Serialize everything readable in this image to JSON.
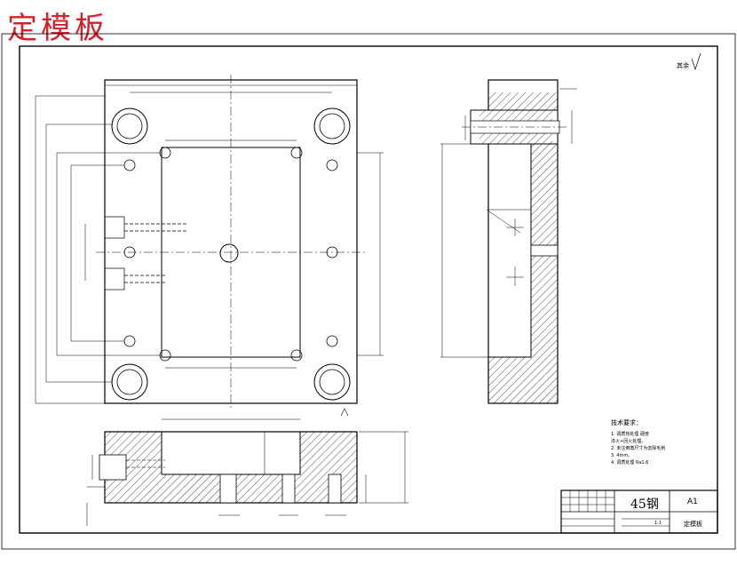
{
  "heading": "定模板",
  "roughness": "其余",
  "material": "45钢",
  "sheet_size": "A1",
  "part_name": "定模板",
  "scale": "1:1",
  "tech_requirements": {
    "title": "技术要求：",
    "items": [
      "1. 调质热处理 硬度",
      "淬火+回火处理。",
      "2. 未注倒角尺寸为去除毛刺",
      "3. 4mm。",
      "4. 调质处理 Ra1.6"
    ]
  }
}
